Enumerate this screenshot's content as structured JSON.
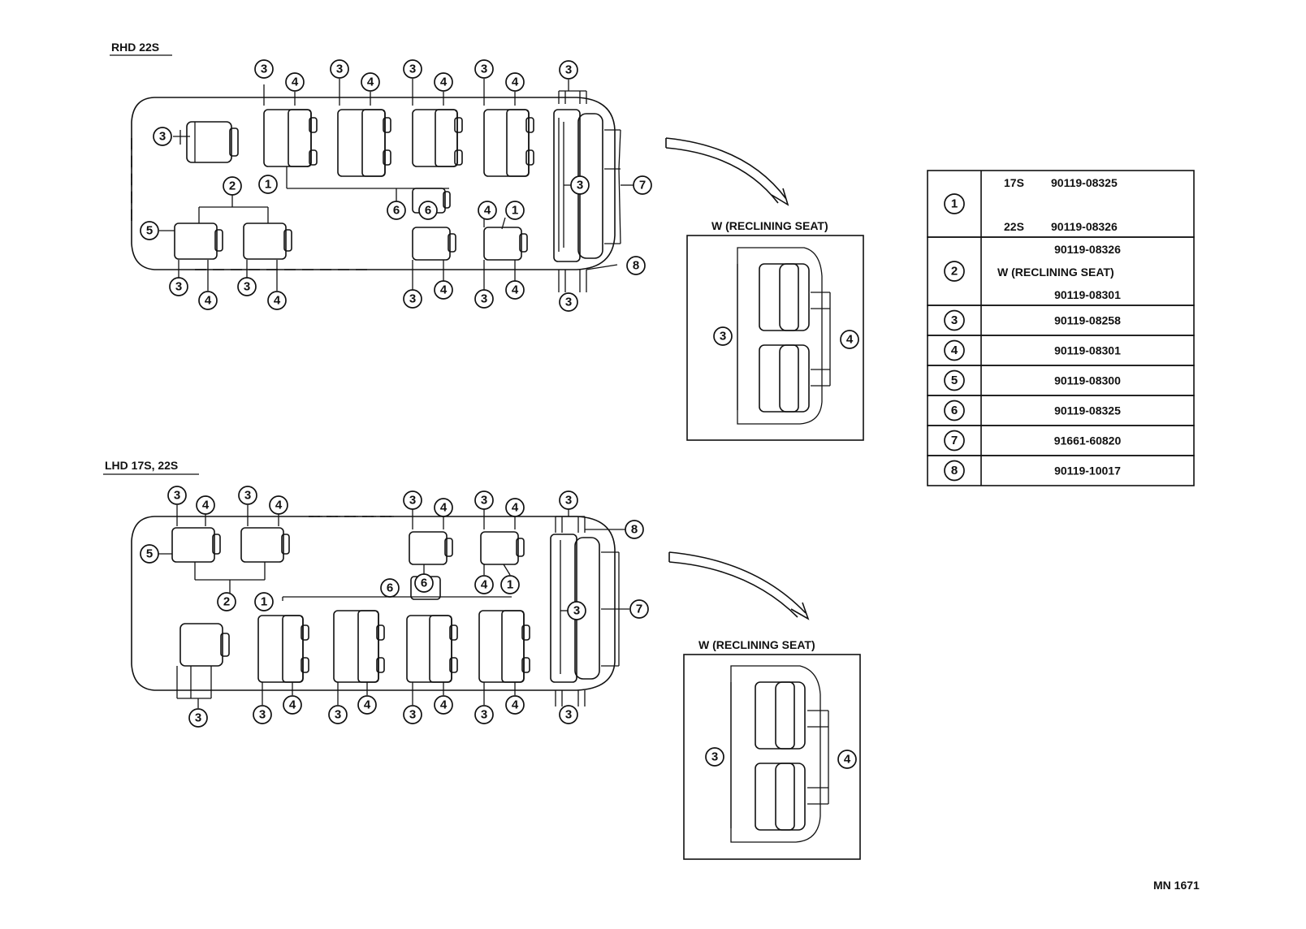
{
  "title_rhd": "RHD 22S",
  "title_lhd": "LHD 17S, 22S",
  "detail_title_1": "W (RECLINING SEAT)",
  "detail_title_2": "W (RECLINING SEAT)",
  "figure_code": "MN 1671",
  "callouts": {
    "c1": "1",
    "c2": "2",
    "c3": "3",
    "c4": "4",
    "c5": "5",
    "c6": "6",
    "c7": "7",
    "c8": "8"
  },
  "parts_table": [
    {
      "key": "1",
      "lines": [
        {
          "a": "17S",
          "b": "90119-08325"
        },
        {
          "a": "22S",
          "b": "90119-08326"
        }
      ]
    },
    {
      "key": "2",
      "lines": [
        {
          "a": "",
          "b": "90119-08326"
        },
        {
          "a": "W (RECLINING SEAT)",
          "b": ""
        },
        {
          "a": "",
          "b": "90119-08301"
        }
      ]
    },
    {
      "key": "3",
      "lines": [
        {
          "a": "",
          "b": "90119-08258"
        }
      ]
    },
    {
      "key": "4",
      "lines": [
        {
          "a": "",
          "b": "90119-08301"
        }
      ]
    },
    {
      "key": "5",
      "lines": [
        {
          "a": "",
          "b": "90119-08300"
        }
      ]
    },
    {
      "key": "6",
      "lines": [
        {
          "a": "",
          "b": "90119-08325"
        }
      ]
    },
    {
      "key": "7",
      "lines": [
        {
          "a": "",
          "b": "91661-60820"
        }
      ]
    },
    {
      "key": "8",
      "lines": [
        {
          "a": "",
          "b": "90119-10017"
        }
      ]
    }
  ]
}
